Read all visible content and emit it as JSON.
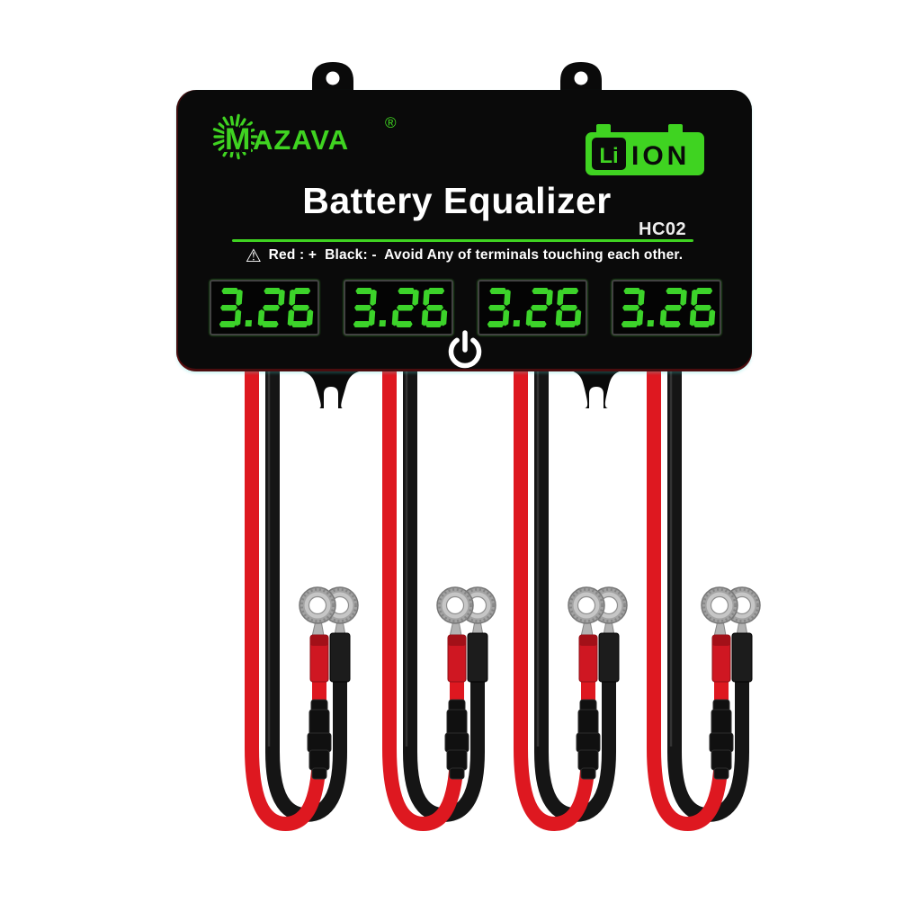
{
  "background_color": "#ffffff",
  "device": {
    "brand": {
      "monogram": "M",
      "name": "AZAVA",
      "registered_mark": "®"
    },
    "badge": {
      "li": "Li",
      "ion": "ION"
    },
    "title": "Battery Equalizer",
    "model": "HC02",
    "warning_icon": "⚠",
    "warning_text": "Red : +  Black: -  Avoid Any of terminals touching each other.",
    "displays": [
      "3.26",
      "3.26",
      "3.26",
      "3.26"
    ],
    "power_symbol": "power"
  },
  "cables": {
    "assembly_count": 4,
    "lead_colors": [
      "red",
      "black"
    ],
    "terminal_type": "ring",
    "inline_fuse_on_red_lead": true
  },
  "colors": {
    "brand_green": "#3fd321",
    "display_green": "#3cd32a",
    "device_body": "#0a0a0a",
    "display_border": "#424242",
    "title_white": "#ffffff",
    "cable_red": "#de1820",
    "cable_black": "#151515",
    "sleeve_red": "#cf1722",
    "terminal_silver": "#a2a2a2",
    "terminal_face": "#c6c6c6"
  }
}
